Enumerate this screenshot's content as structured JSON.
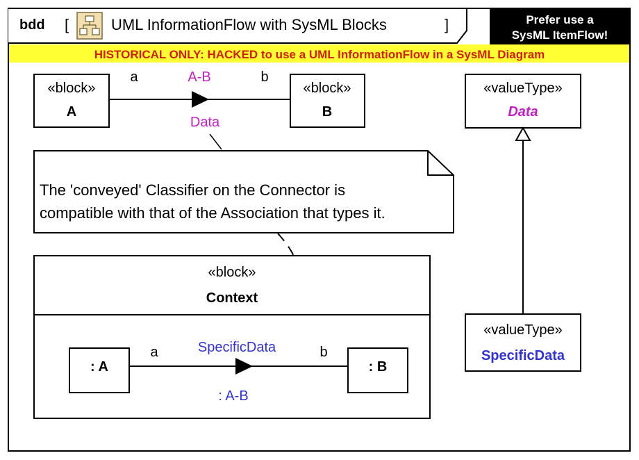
{
  "frame": {
    "kind": "bdd",
    "title": "UML InformationFlow with SysML Blocks",
    "open_bracket": "[",
    "close_bracket": "]",
    "icon": "package-diagram-icon"
  },
  "callout": {
    "line1": "Prefer use a",
    "line2": "SysML ItemFlow!"
  },
  "banner": "HISTORICAL ONLY: HACKED to use a UML InformationFlow in a SysML Diagram",
  "blocks": {
    "a": {
      "stereotype": "«block»",
      "name": "A"
    },
    "b": {
      "stereotype": "«block»",
      "name": "B"
    },
    "context": {
      "stereotype": "«block»",
      "name": "Context"
    }
  },
  "association": {
    "end_a": "a",
    "end_b": "b",
    "name": "A-B",
    "conveyed": "Data"
  },
  "note": {
    "line1": "The 'conveyed' Classifier on the Connector is",
    "line2": "compatible with that of the Association that types it."
  },
  "parts": {
    "a": ": A",
    "b": ": B"
  },
  "connector": {
    "end_a": "a",
    "end_b": "b",
    "conveyed": "SpecificData",
    "type": ": A-B"
  },
  "value_types": {
    "data": {
      "stereotype": "«valueType»",
      "name": "Data"
    },
    "specific": {
      "stereotype": "«valueType»",
      "name": "SpecificData"
    }
  },
  "colors": {
    "banner_bg": "#ffff33",
    "banner_text": "#cc2200",
    "association_label": "#c020c0",
    "connector_label": "#3333cc",
    "callout_bg": "#000000",
    "callout_text": "#ffffff"
  }
}
